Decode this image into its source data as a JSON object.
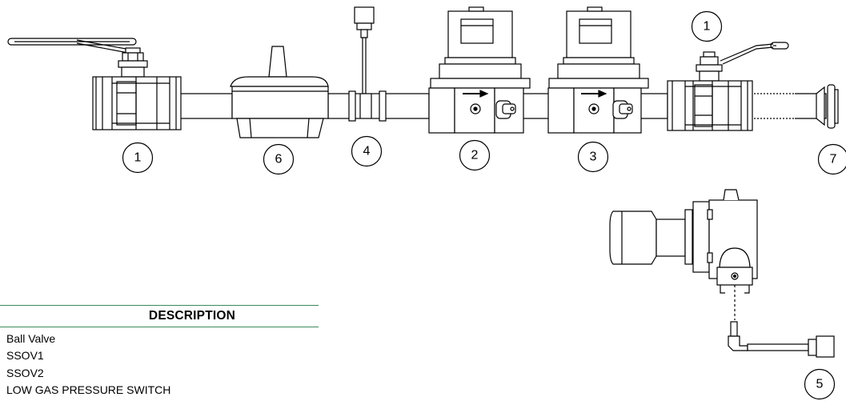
{
  "callouts": [
    "1",
    "6",
    "4",
    "2",
    "3",
    "1",
    "7",
    "5"
  ],
  "table": {
    "header": "DESCRIPTION",
    "rows": [
      "Ball Valve",
      "SSOV1",
      "SSOV2",
      "LOW GAS PRESSURE SWITCH"
    ]
  },
  "colors": {
    "line": "#000000",
    "rule": "#3a8a5a",
    "background": "#ffffff"
  }
}
